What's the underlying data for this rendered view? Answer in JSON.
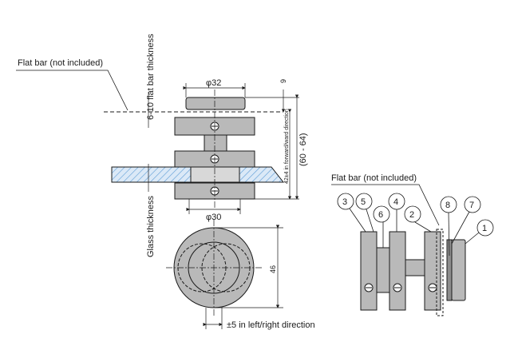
{
  "labels": {
    "flat_bar_left": "Flat bar (not included)",
    "flat_bar_thickness": "6-10 flat bar thickness",
    "glass_thickness": "Glass thickness",
    "dia_top": "φ32",
    "dia_bottom": "φ30",
    "dim_9": "9",
    "dim_inward": "42±4 in forward/ward direction",
    "dim_range": "(60 - 64)",
    "dim_46": "46",
    "dim_shift": "±5 in left/right direction",
    "flat_bar_right": "Flat bar (not included)"
  },
  "parts": {
    "p1": "1",
    "p2": "2",
    "p3": "3",
    "p4": "4",
    "p5": "5",
    "p6": "6",
    "p7": "7",
    "p8": "8"
  },
  "colors": {
    "metal": "#b9b9b9",
    "metal_dark": "#8d8d8d",
    "glass_hatch": "#5b9bd5",
    "line": "#1a1a1a"
  }
}
